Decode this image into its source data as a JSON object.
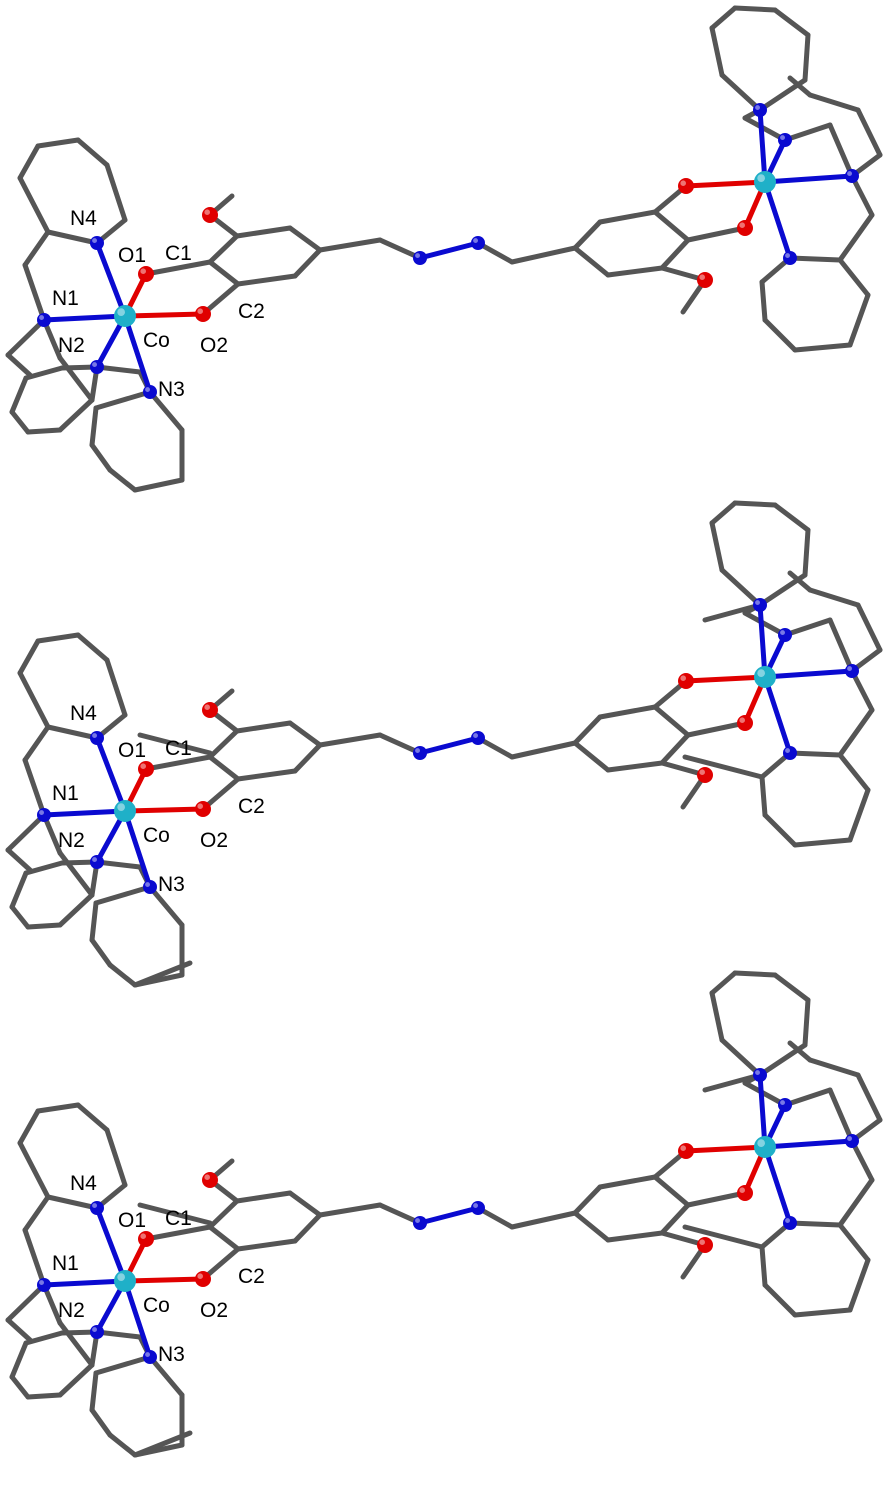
{
  "panels": [
    {
      "labels": {
        "N4": "N4",
        "O1": "O1",
        "C1": "C1",
        "N1": "N1",
        "N2": "N2",
        "Co": "Co",
        "C2": "C2",
        "O2": "O2",
        "N3": "N3"
      },
      "methyl": false
    },
    {
      "labels": {
        "N4": "N4",
        "O1": "O1",
        "C1": "C1",
        "N1": "N1",
        "N2": "N2",
        "Co": "Co",
        "C2": "C2",
        "O2": "O2",
        "N3": "N3"
      },
      "methyl": true
    },
    {
      "labels": {
        "N4": "N4",
        "O1": "O1",
        "C1": "C1",
        "N1": "N1",
        "N2": "N2",
        "Co": "Co",
        "C2": "C2",
        "O2": "O2",
        "N3": "N3"
      },
      "methyl": true
    }
  ],
  "colors": {
    "carbon": "#555555",
    "nitrogen": "#0a0ad0",
    "oxygen": "#e00000",
    "cobalt": "#1fb0c8"
  }
}
